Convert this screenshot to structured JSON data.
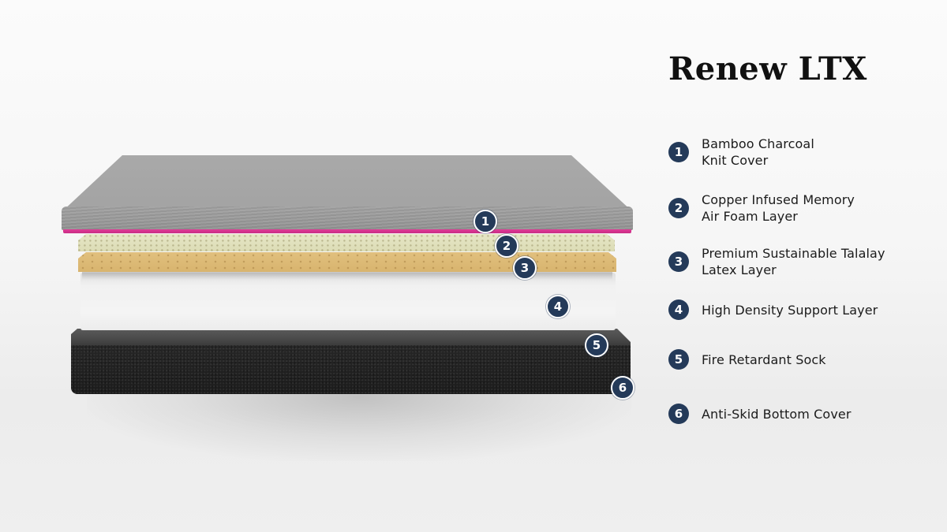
{
  "title": "Renew LTX",
  "colors": {
    "badge": "#243a59",
    "title_text": "#111111",
    "cover_grey": "#a3a3a3",
    "pink_trim": "#e03b97",
    "memory_foam": "#dcdcb5",
    "latex": "#d8b46e",
    "support_foam": "#f1f1f1",
    "sock": "#4a4a4a",
    "bottom_cover": "#1f1f1f"
  },
  "layers": [
    {
      "number": "1",
      "label": "Bamboo Charcoal\nKnit Cover",
      "icon": "number-badge-1"
    },
    {
      "number": "2",
      "label": "Copper Infused Memory\nAir Foam Layer",
      "icon": "number-badge-2"
    },
    {
      "number": "3",
      "label": "Premium Sustainable Talalay\nLatex Layer",
      "icon": "number-badge-3"
    },
    {
      "number": "4",
      "label": "High Density Support Layer",
      "icon": "number-badge-4"
    },
    {
      "number": "5",
      "label": "Fire Retardant Sock",
      "icon": "number-badge-5"
    },
    {
      "number": "6",
      "label": "Anti-Skid Bottom Cover",
      "icon": "number-badge-6"
    }
  ]
}
